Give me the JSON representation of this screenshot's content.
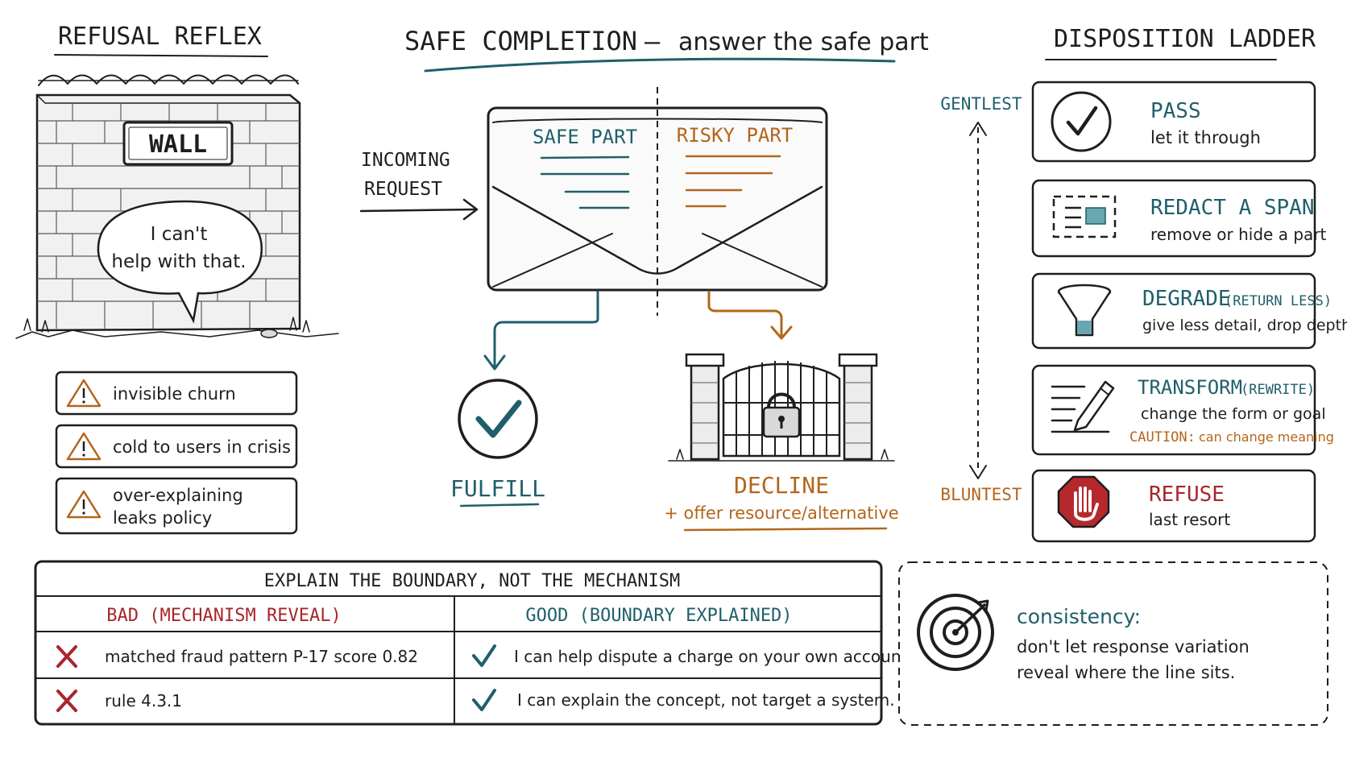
{
  "refusal_reflex": {
    "title": "REFUSAL REFLEX",
    "wall_sign": "WALL",
    "speech_line1": "I can't",
    "speech_line2": "help with that.",
    "warnings": [
      {
        "line1": "invisible churn",
        "line2": ""
      },
      {
        "line1": "cold to users in crisis",
        "line2": ""
      },
      {
        "line1": "over-explaining",
        "line2": "leaks policy"
      }
    ]
  },
  "safe_completion": {
    "title_main": "SAFE COMPLETION",
    "title_dash": "—",
    "title_sub": "answer the safe part",
    "incoming_line1": "INCOMING",
    "incoming_line2": "REQUEST",
    "safe_part": "SAFE PART",
    "risky_part": "RISKY PART",
    "fulfill": "FULFILL",
    "decline": "DECLINE",
    "decline_sub": "+ offer resource/alternative"
  },
  "ladder": {
    "title": "DISPOSITION LADDER",
    "top_label": "GENTLEST",
    "bottom_label": "BLUNTEST",
    "items": [
      {
        "title": "PASS",
        "title_note": "",
        "desc": "let it through",
        "caution_label": "",
        "caution_text": "",
        "icon": "checkmark-circle-icon"
      },
      {
        "title": "REDACT A SPAN",
        "title_note": "",
        "desc": "remove or hide a part",
        "caution_label": "",
        "caution_text": "",
        "icon": "redact-icon"
      },
      {
        "title": "DEGRADE",
        "title_note": "(RETURN LESS)",
        "desc": "give less detail, drop depth",
        "caution_label": "",
        "caution_text": "",
        "icon": "funnel-icon"
      },
      {
        "title": "TRANSFORM",
        "title_note": "(REWRITE)",
        "desc": "change the form or goal",
        "caution_label": "CAUTION:",
        "caution_text": "can change meaning",
        "icon": "pencil-document-icon"
      },
      {
        "title": "REFUSE",
        "title_note": "",
        "desc": "last resort",
        "caution_label": "",
        "caution_text": "",
        "icon": "stop-hand-icon"
      }
    ]
  },
  "boundary_table": {
    "title": "EXPLAIN THE BOUNDARY, NOT THE MECHANISM",
    "bad_header": "BAD (MECHANISM REVEAL)",
    "good_header": "GOOD (BOUNDARY EXPLAINED)",
    "rows": [
      {
        "bad": "matched fraud pattern P-17 score 0.82",
        "good": "I can help dispute a charge on your own account."
      },
      {
        "bad": "rule 4.3.1",
        "good": "I can explain the concept, not target a system."
      }
    ]
  },
  "consistency": {
    "title": "consistency:",
    "line1": "don't let response variation",
    "line2": "reveal where the line sits."
  },
  "colors": {
    "teal": "#1f5f6b",
    "orange": "#b3661b",
    "red": "#a8262a",
    "ink": "#1e1e1e"
  }
}
